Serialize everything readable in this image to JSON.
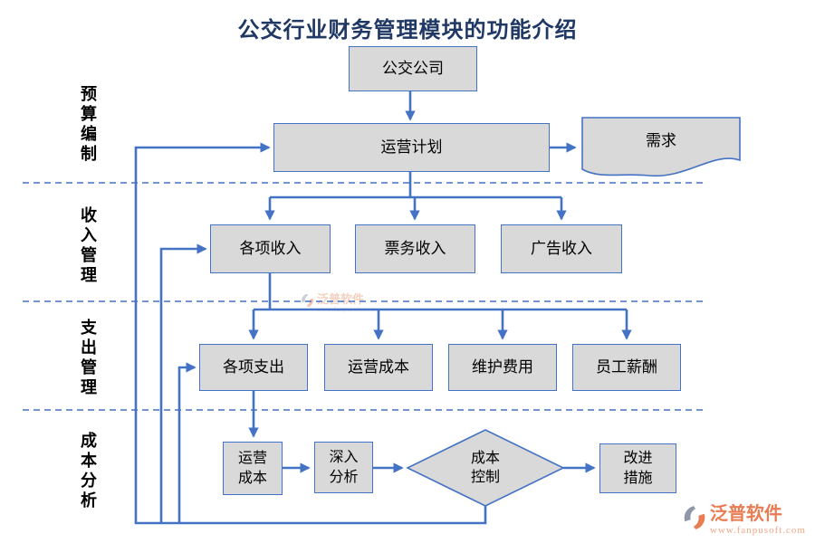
{
  "title": "公交行业财务管理模块的功能介绍",
  "rows": [
    {
      "label": "预算编制"
    },
    {
      "label": "收入管理"
    },
    {
      "label": "支出管理"
    },
    {
      "label": "成本分析"
    }
  ],
  "nodes": {
    "company": "公交公司",
    "operation_plan": "运营计划",
    "demand": "需求",
    "income_total": "各项收入",
    "ticket_income": "票务收入",
    "ad_income": "广告收入",
    "expense_total": "各项支出",
    "operating_cost": "运营成本",
    "maintenance_fee": "维护费用",
    "staff_salary": "员工薪酬",
    "operating_cost_analysis": "运营成本",
    "deep_analysis": "深入分析",
    "cost_control": "成本控制",
    "improvement": "改进措施"
  },
  "watermark": {
    "name": "泛普软件",
    "url": "www.fanpusoft.com"
  },
  "logo": {
    "name": "泛普软件",
    "url": "www.fanpusoft.com"
  },
  "colors": {
    "connector_blue": "#4472c4",
    "node_fill": "#d9d9d9",
    "title_navy": "#1f3864",
    "logo_orange": "#e87c52",
    "logo_url_orange": "#f0a988",
    "logo_gray": "#8f97a8"
  }
}
